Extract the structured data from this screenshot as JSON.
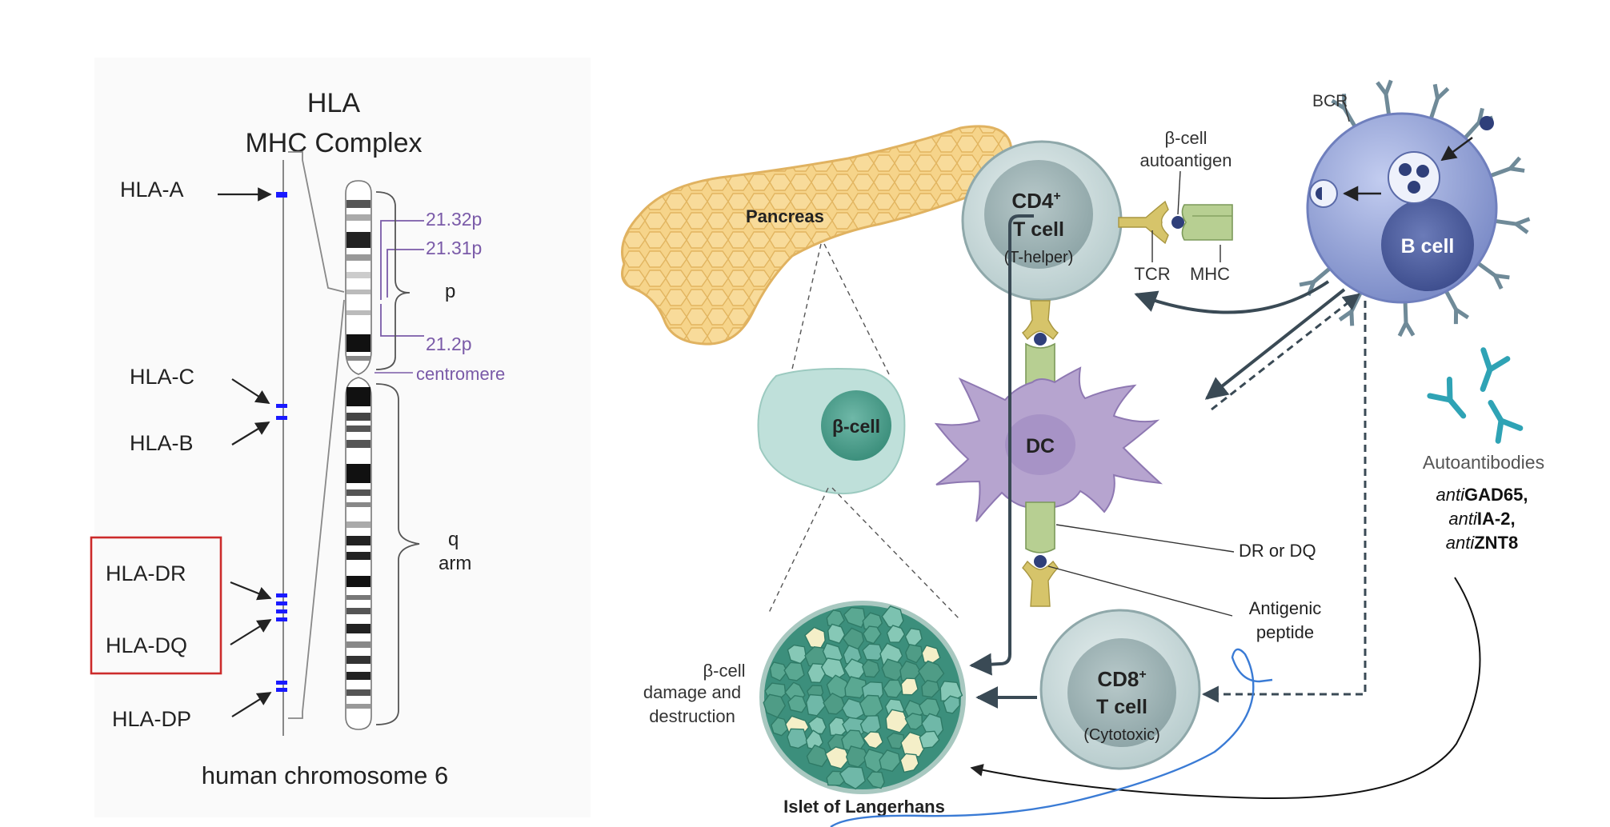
{
  "left_panel": {
    "title_line1": "HLA",
    "title_line2": "MHC Complex",
    "genes": [
      {
        "id": "hla-a",
        "label": "HLA-A"
      },
      {
        "id": "hla-c",
        "label": "HLA-C"
      },
      {
        "id": "hla-b",
        "label": "HLA-B"
      },
      {
        "id": "hla-dr",
        "label": "HLA-DR"
      },
      {
        "id": "hla-dq",
        "label": "HLA-DQ"
      },
      {
        "id": "hla-dp",
        "label": "HLA-DP"
      }
    ],
    "bands": [
      {
        "id": "band-21-32p",
        "label": "21.32p"
      },
      {
        "id": "band-21-31p",
        "label": "21.31p"
      },
      {
        "id": "band-21-2p",
        "label": "21.2p"
      }
    ],
    "centromere_label": "centromere",
    "p_label": "p",
    "q_label_line1": "q",
    "q_label_line2": "arm",
    "chromosome_caption": "human chromosome 6",
    "colors": {
      "gene_mark": "#1a1aff",
      "band_label": "#7a5aa8",
      "highlight_box": "#cc2b2b"
    }
  },
  "right_panel": {
    "pancreas_label": "Pancreas",
    "beta_cell_label": "β-cell",
    "islet_label": "Islet of Langerhans",
    "damage_line1": "β-cell",
    "damage_line2": "damage and",
    "damage_line3": "destruction",
    "cd4_line1": "CD4",
    "cd4_sup": "+",
    "cd4_line2": "T cell",
    "cd4_role": "(T-helper)",
    "cd8_line1": "CD8",
    "cd8_sup": "+",
    "cd8_line2": "T cell",
    "cd8_role": "(Cytotoxic)",
    "dc_label": "DC",
    "b_cell_label": "B cell",
    "bcr_label": "BCR",
    "autoantigen_line1": "β-cell",
    "autoantigen_line2": "autoantigen",
    "tcr_label": "TCR",
    "mhc_label": "MHC",
    "dr_dq_label": "DR or DQ",
    "peptide_line1": "Antigenic",
    "peptide_line2": "peptide",
    "autoantibodies_label": "Autoantibodies",
    "anti_prefix": "anti",
    "antibody_targets": [
      "GAD65,",
      "IA-2,",
      "ZNT8"
    ],
    "colors": {
      "pancreas": "#f6d48a",
      "t_cell": "#c9dadb",
      "b_cell": "#8e9ed4",
      "dc": "#b6a4cf",
      "beta_cell": "#bfe0da",
      "islet_green": "#5aa892",
      "antibody": "#2fa3b5",
      "receptor_green": "#b7cf92",
      "arrow_dark": "#3a4a55",
      "blue_curve": "#3a7bd5"
    }
  }
}
